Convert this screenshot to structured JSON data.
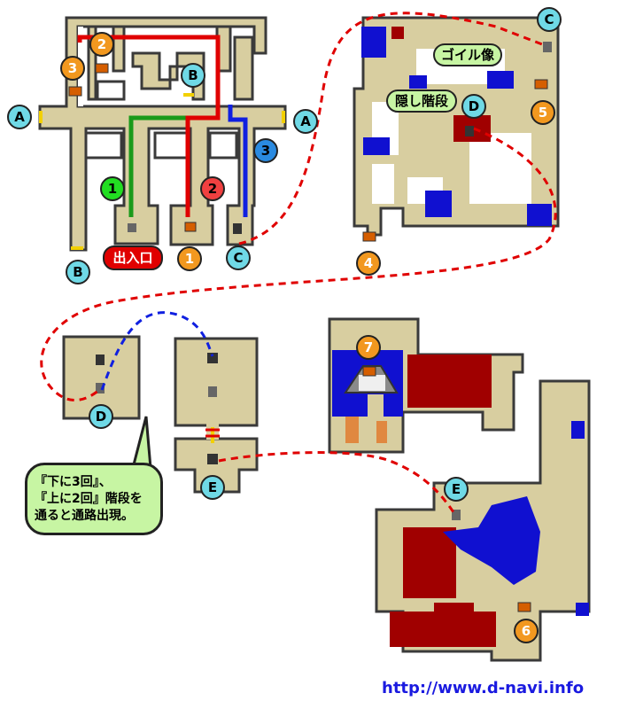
{
  "markers": {
    "A": "A",
    "B": "B",
    "C": "C",
    "D": "D",
    "E": "E"
  },
  "routes": {
    "r1": "1",
    "r2": "2",
    "r3": "3"
  },
  "chests": [
    "1",
    "2",
    "3",
    "4",
    "5",
    "6",
    "7"
  ],
  "labels": {
    "entrance": "出入口",
    "statue": "ゴイル像",
    "hidden_stairs": "隠し階段"
  },
  "note": {
    "line1": "『下に3回』、",
    "line2": "『上に2回』階段を",
    "line3": "通ると通路出現。"
  },
  "footer": {
    "url": "http://www.d-navi.info"
  },
  "colors": {
    "floor": "#d8cea0",
    "water": "#1010d0",
    "lava": "#a00000",
    "route_green": "#1a9a1a",
    "route_red": "#e00000",
    "route_blue": "#1020e0",
    "marker_cyan": "#6fd9e6",
    "marker_orange": "#f2981f"
  }
}
